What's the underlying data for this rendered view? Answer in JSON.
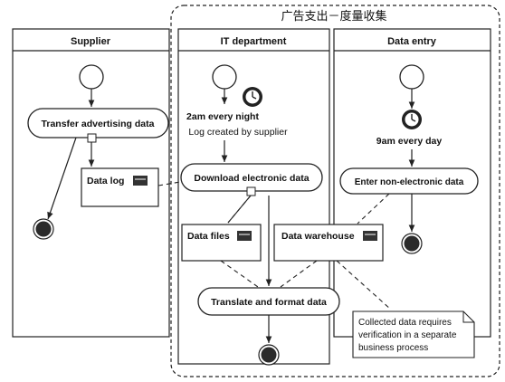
{
  "group": {
    "title": "广告支出－度量收集"
  },
  "lanes": [
    {
      "title": "Supplier"
    },
    {
      "title": "IT department"
    },
    {
      "title": "Data entry"
    }
  ],
  "activities": {
    "transfer": "Transfer advertising data",
    "download": "Download electronic data",
    "enter": "Enter non-electronic data",
    "translate": "Translate and format data"
  },
  "objects": {
    "data_log": "Data log",
    "data_files": "Data files",
    "data_warehouse": "Data warehouse"
  },
  "timers": {
    "it": "2am every night",
    "entry": "9am every day"
  },
  "labels": {
    "log_created": "Log created by supplier"
  },
  "note": {
    "lines": [
      "Collected data requires",
      "verification in a separate",
      "business process"
    ]
  },
  "colors": {
    "stroke": "#222222",
    "final_fill": "#2b2b2b",
    "background": "#ffffff"
  }
}
